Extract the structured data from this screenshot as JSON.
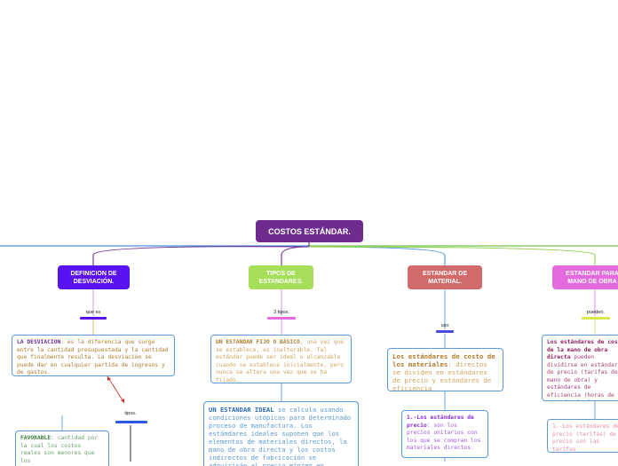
{
  "root": {
    "title": "COSTOS ESTÁNDAR."
  },
  "branches": [
    {
      "label": "DEFINICION DE DESVIACIÓN.",
      "connector": "que es",
      "color": "#5b12f2"
    },
    {
      "label": "TIPOS DE ESTANDARES.",
      "connector": "3 tipos.",
      "color": "#a5de58"
    },
    {
      "label": "ESTANDAR DE MATERIAL.",
      "connector": "uso",
      "color": "#d36a6a"
    },
    {
      "label": "ESTANDAR PARA MANO DE OBRA",
      "connector": "pueden.",
      "color": "#e56ae0"
    }
  ],
  "colors": {
    "line_blue": "#4a90e2",
    "line_green": "#8fd14f",
    "line_purple": "#6f2c8f"
  },
  "cards": {
    "desviacion": {
      "term": "LA DESVIACION",
      "text": ": es la diferencia que surge entre la cantidad presupuestada y la cantidad que finalmente resulta. La desviación se puede dar en cualquier partida de ingresos y de gastos."
    },
    "tipos_connector": "tipos.",
    "favorable": {
      "term": "FAVORABLE",
      "text": ": cantidad por la cual los costos reales son menores que los"
    },
    "fijo": {
      "term": "UN ESTANDAR FIJO O BÁSICO",
      "text": ", una vez que se establece, es inalterable. Tal estándar puede ser ideal o alcanzable cuando se establece inicialmente, pero nunca se altera una vez que se ha fijado."
    },
    "ideal": {
      "term": "UN ESTANDAR IDEAL",
      "text": " se calcula usando condiciones utópicas para determinado proceso de manufactura. Los estándares ideales suponen que los elementos de materiales directos, la mano de obra directa y los costos indirectos de fabricación se adquirirán al precio mínimo en"
    },
    "material": {
      "term": "Los estándares de costo de los materiales",
      "text": ": directos se dividen en estándares de precio y estándares de eficiencia"
    },
    "precio": {
      "term": "1.-Los estándares de precio",
      "text": ": son los precios unitarios con los que se compran los materiales directos."
    },
    "mano_obra": {
      "term": "Los estándares de costo de la mano de obra directa",
      "text": " pueden dividirse en estándares de precio (tarifas de mano de obra) y estándares de eficiencia (horas de mano de obra)."
    },
    "tarifas": {
      "text": "1.-Los estándares de precio (tarifas) de precio son las tarifas predeterminadas para un periodo."
    }
  }
}
